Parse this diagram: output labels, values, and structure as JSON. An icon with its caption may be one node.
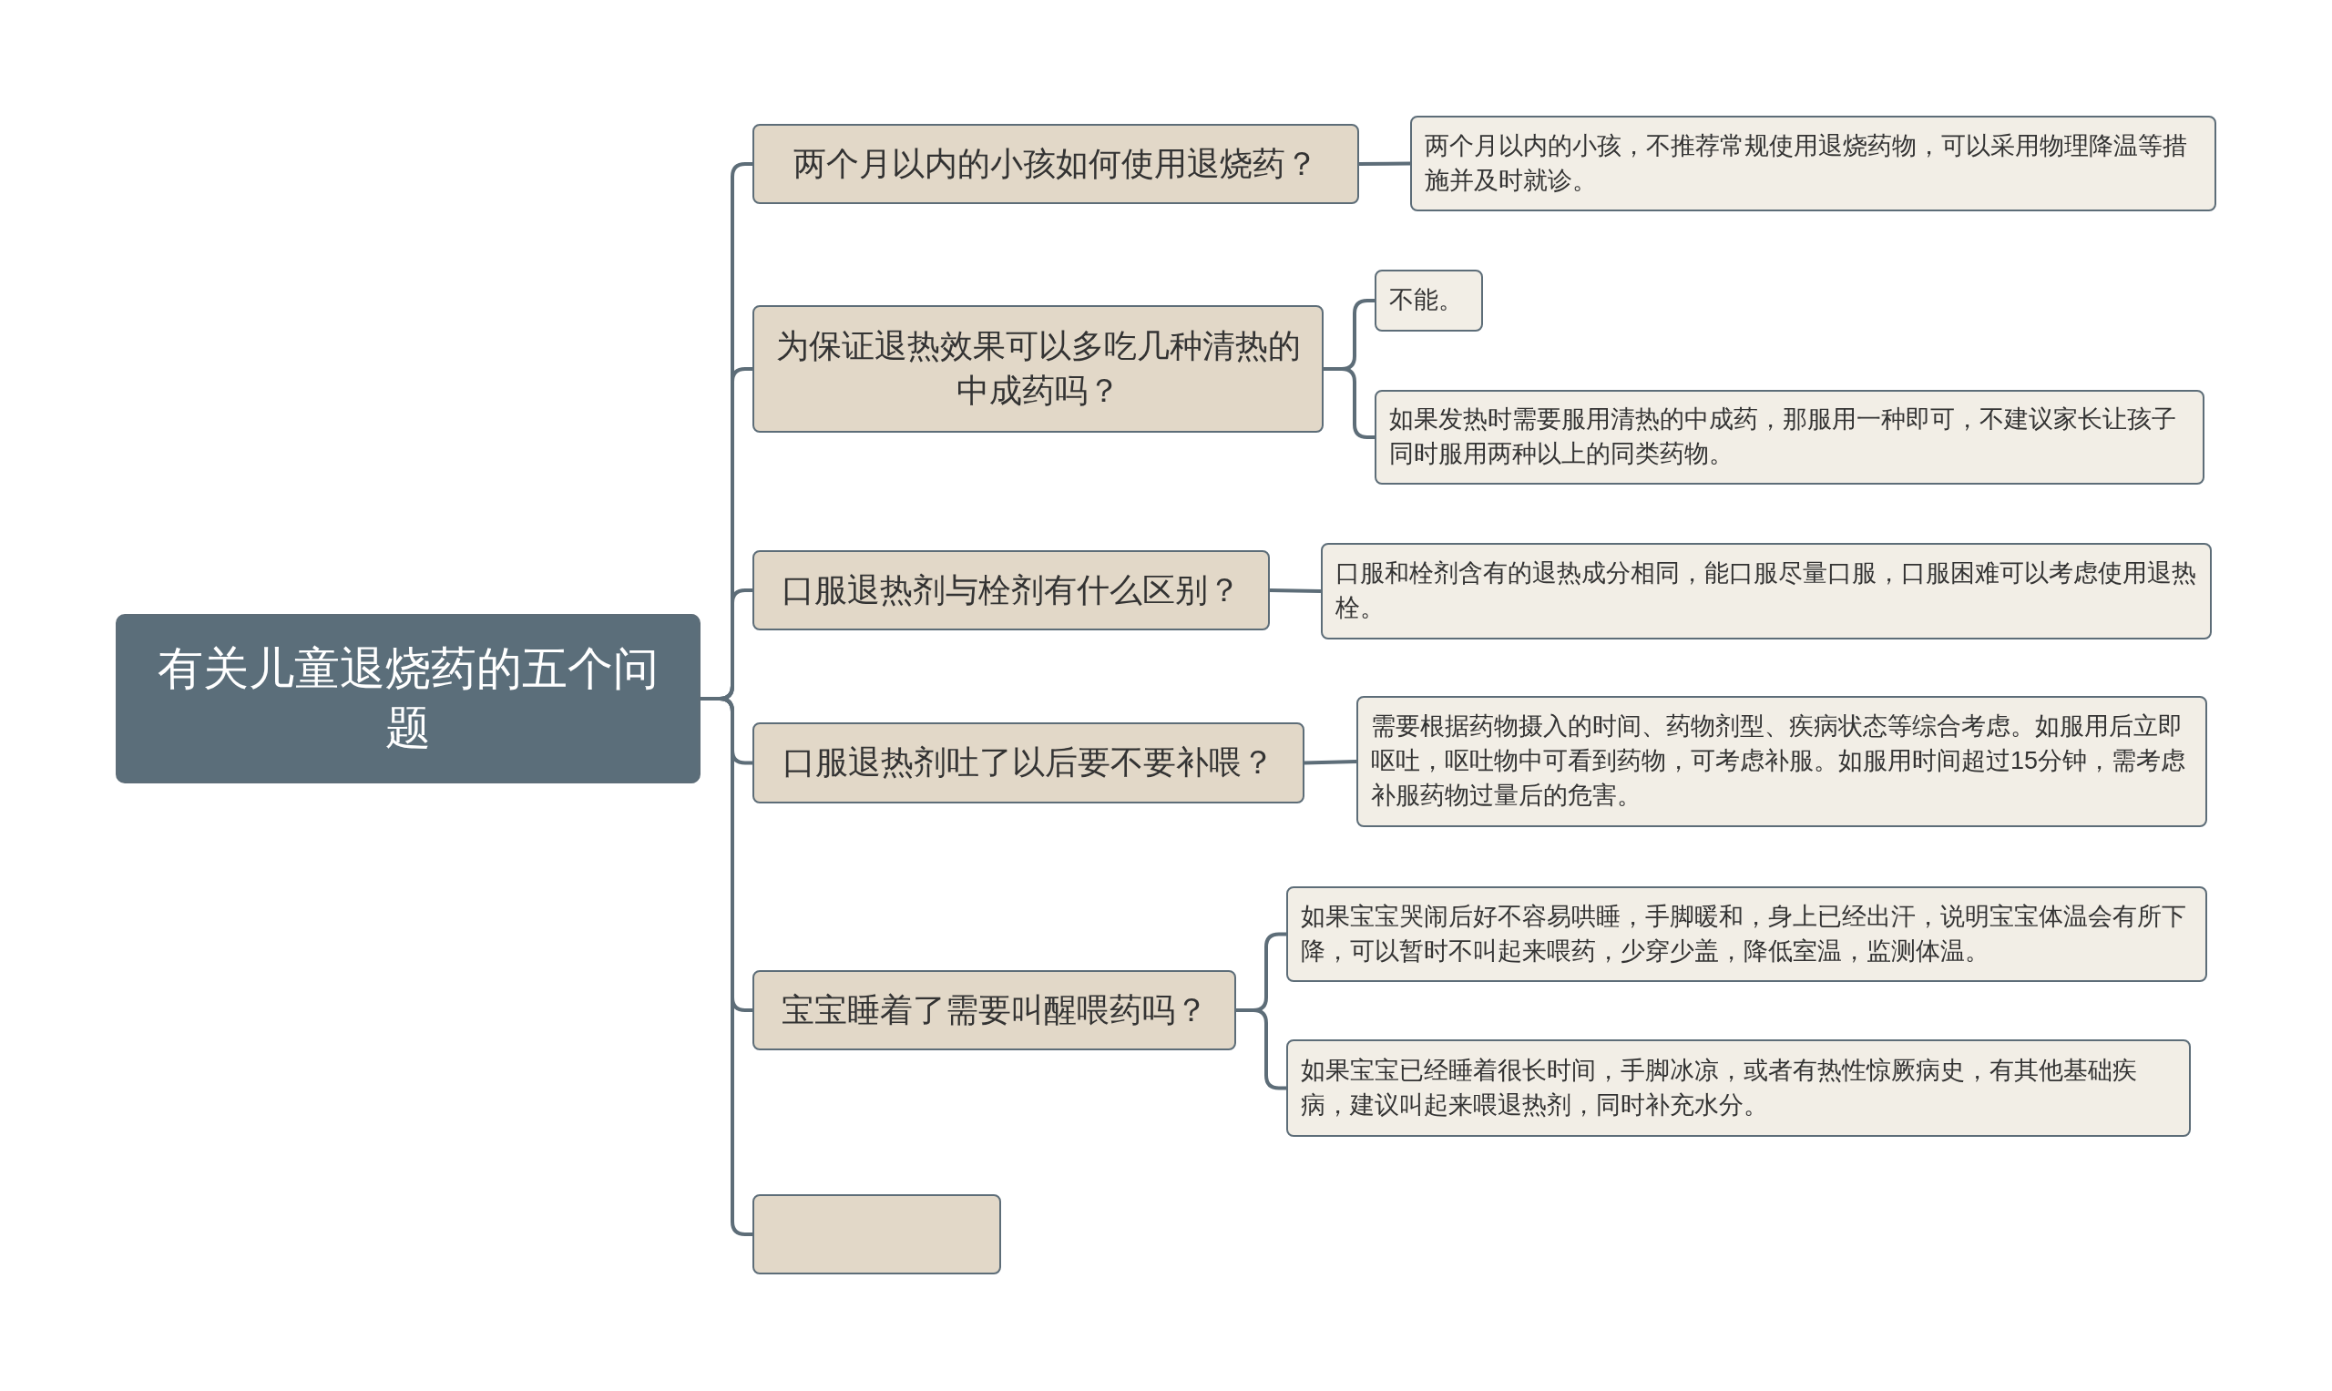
{
  "diagram": {
    "nodes": [
      {
        "text": [
          "有关儿童退烧药的五个问题"
        ]
      },
      {
        "text": [
          "两个月以内的小孩如何使用退烧药？"
        ]
      },
      {
        "text": [
          "两个月以内的小孩，不推荐常规使用退烧药物，可以采用物理降温等措施并及时就诊。"
        ]
      },
      {
        "text": [
          "为保证退热效果可以多吃几种清热的中成药吗？"
        ]
      },
      {
        "text": [
          "不能。"
        ]
      },
      {
        "text": [
          "如果发热时需要服用清热的中成药，那服用一种即可，不建议家长让孩子同时服用两种以上的同类药物。"
        ]
      },
      {
        "text": [
          "口服退热剂与栓剂有什么区别？"
        ]
      },
      {
        "text": [
          "口服和栓剂含有的退热成分相同，能口服尽量口服，口服困难可以考虑使用退热栓。"
        ]
      },
      {
        "text": [
          "口服退热剂吐了以后要不要补喂？"
        ]
      },
      {
        "text": [
          "需要根据药物摄入的时间、药物剂型、疾病状态等综合考虑。如服用后立即呕吐，呕吐物中可看到药物，可考虑补服。如服用时间超过15分钟，需考虑补服药物过量后的危害。"
        ]
      },
      {
        "text": [
          "宝宝睡着了需要叫醒喂药吗？"
        ]
      },
      {
        "text": [
          "如果宝宝哭闹后好不容易哄睡，手脚暖和，身上已经出汗，说明宝宝体温会有所下降，可以暂时不叫起来喂药，少穿少盖，降低室温，监测体温。"
        ]
      },
      {
        "text": [
          "如果宝宝已经睡着很长时间，手脚冰凉，或者有热性惊厥病史，有其他基础疾病，建议叫起来喂退热剂，同时补充水分。"
        ]
      },
      {
        "text": [],
        "shape": "box"
      }
    ],
    "edges": [
      {
        "from": 0,
        "to": 1,
        "arrow": "none"
      },
      {
        "from": 0,
        "to": 3,
        "arrow": "none"
      },
      {
        "from": 0,
        "to": 6,
        "arrow": "none"
      },
      {
        "from": 0,
        "to": 8,
        "arrow": "none"
      },
      {
        "from": 0,
        "to": 10,
        "arrow": "none"
      },
      {
        "from": 0,
        "to": 13,
        "arrow": "none"
      },
      {
        "from": 1,
        "to": 2,
        "arrow": "none"
      },
      {
        "from": 3,
        "to": 4,
        "arrow": "none"
      },
      {
        "from": 3,
        "to": 5,
        "arrow": "none"
      },
      {
        "from": 6,
        "to": 7,
        "arrow": "none"
      },
      {
        "from": 8,
        "to": 9,
        "arrow": "none"
      },
      {
        "from": 10,
        "to": 11,
        "arrow": "none"
      },
      {
        "from": 10,
        "to": 12,
        "arrow": "none"
      }
    ]
  }
}
